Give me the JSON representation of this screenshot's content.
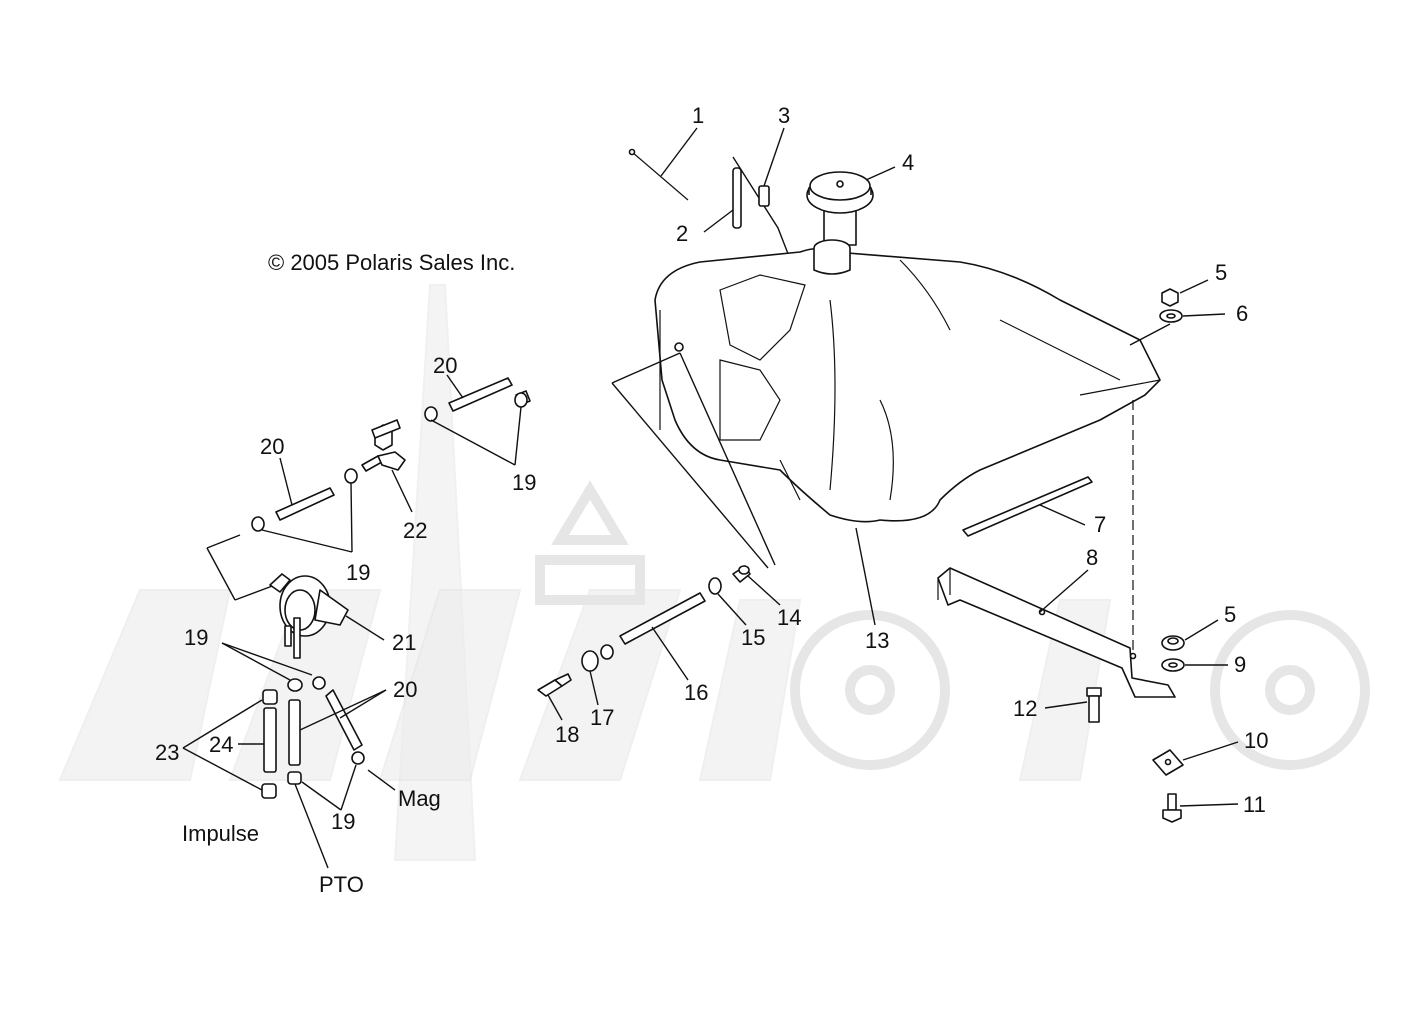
{
  "copyright": "© 2005 Polaris Sales Inc.",
  "callouts": {
    "c1": "1",
    "c2": "2",
    "c3": "3",
    "c4": "4",
    "c5a": "5",
    "c5b": "5",
    "c6": "6",
    "c7": "7",
    "c8": "8",
    "c9": "9",
    "c10": "10",
    "c11": "11",
    "c12": "12",
    "c13": "13",
    "c14": "14",
    "c15": "15",
    "c16": "16",
    "c17": "17",
    "c18": "18",
    "c19a": "19",
    "c19b": "19",
    "c19c": "19",
    "c19d": "19",
    "c20a": "20",
    "c20b": "20",
    "c20c": "20",
    "c21": "21",
    "c22": "22",
    "c23": "23",
    "c24": "24"
  },
  "labels": {
    "impulse": "Impulse",
    "pto": "PTO",
    "mag": "Mag"
  },
  "icons": {
    "watermark": "partzilla-style-watermark-icon"
  }
}
